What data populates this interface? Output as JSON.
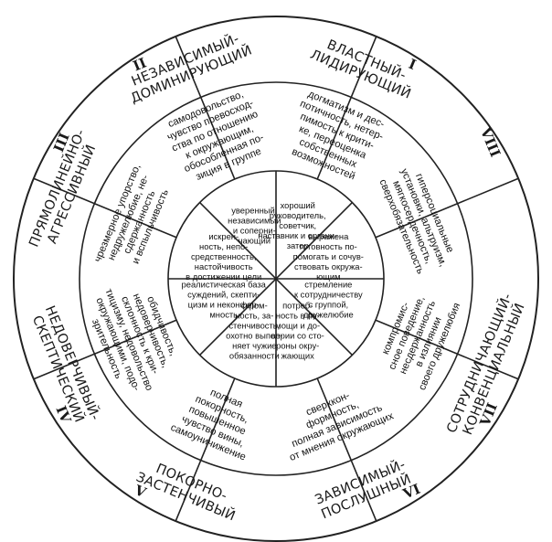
{
  "octants": [
    {
      "numeral": "I",
      "type_label": [
        "ВЛАСТНЫЙ-",
        "ЛИДИРУЮЩИЙ"
      ],
      "extreme": [
        "догматизм и дес-",
        "потичность, нетер-",
        "пимость к крити-",
        "ке, переоценка",
        "собственных",
        "возможностей"
      ],
      "moderate": [
        "хороший",
        "руководитель,",
        "советчик,",
        "наставник и органи-",
        "затор"
      ]
    },
    {
      "numeral": "VIII",
      "type_label": [],
      "extreme": [
        "гиперсоциальные",
        "установки, альтруизм,",
        "мягкосердечность,",
        "сверхобязательность"
      ],
      "moderate": [
        "выражена",
        "готовность по-",
        "помогать и сочув-",
        "ствовать окружа-",
        "ющим"
      ]
    },
    {
      "numeral": "VII",
      "type_label": [
        "СОТРУДНИЧАЮЩИЙ-",
        "КОНВЕНЦИАЛЬНЫЙ"
      ],
      "extreme": [
        "компромис-",
        "сное поведение,",
        "несдержанность",
        "в излиянии",
        "своего дружелюбия"
      ],
      "moderate": [
        "стремление",
        "к сотрудничеству",
        "с группой,",
        "дружелюбие"
      ]
    },
    {
      "numeral": "VI",
      "type_label": [
        "ЗАВИСИМЫЙ-",
        "ПОСЛУШНЫЙ"
      ],
      "extreme": [
        "сверхкон-",
        "формность,",
        "полная зависимость",
        "от мнения окружающих"
      ],
      "moderate": [
        "потреб-",
        "ность в по-",
        "мощи и до-",
        "верии со сто-",
        "роны окру-",
        "жающих"
      ]
    },
    {
      "numeral": "V",
      "type_label": [
        "ПОКОРНО-",
        "ЗАСТЕНЧИВЫЙ"
      ],
      "extreme": [
        "полная",
        "покорность,",
        "повышенное",
        "чувство вины,",
        "самоуничижение"
      ],
      "moderate": [
        "скром-",
        "ность, за-",
        "стенчивость,",
        "охотно выпол-",
        "няет чужие",
        "обязанности"
      ]
    },
    {
      "numeral": "IV",
      "type_label": [
        "НЕДОВЕРЧИВЫЙ-",
        "СКЕПТИЧЕСКИЙ"
      ],
      "extreme": [
        "обидчивость,",
        "недоверчивость,",
        "склонность к кри-",
        "тицизму, недовольство",
        "окружающими, подо-",
        "зрительность"
      ],
      "moderate": [
        "реалистическая база",
        "суждений, скепти-",
        "цизм и неконфор-",
        "мность"
      ]
    },
    {
      "numeral": "III",
      "type_label": [
        "ПРЯМОЛИНЕЙНО-",
        "АГРЕССИВНЫЙ"
      ],
      "extreme": [
        "чрезмерное упорство,",
        "недружелюбие, не-",
        "сдержанность",
        "и вспыльчивость"
      ],
      "moderate": [
        "искрен-",
        "ность, непо-",
        "средственность,",
        "настойчивость",
        "в достижении цели"
      ]
    },
    {
      "numeral": "II",
      "type_label": [
        "НЕЗАВИСИМЫЙ-",
        "ДОМИНИРУЮЩИЙ"
      ],
      "extreme": [
        "самодовольство,",
        "чувство превосход-",
        "ства по отношению",
        "к окружающим,",
        "обособленная по-",
        "зиция в группе"
      ],
      "moderate": [
        "уверенный,",
        "независимый",
        "и соперни-",
        "чающий"
      ]
    }
  ]
}
